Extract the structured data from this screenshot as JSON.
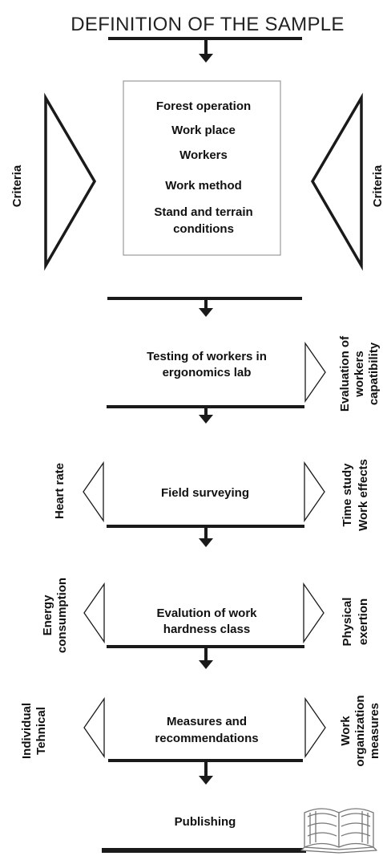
{
  "title": "DEFINITION OF THE SAMPLE",
  "sample_box": {
    "items": [
      "Forest operation",
      "Work place",
      "Workers",
      "Work method",
      "Stand and terrain",
      "conditions"
    ]
  },
  "criteria_left": "Criteria",
  "criteria_right": "Criteria",
  "steps": [
    {
      "lines": [
        "Testing of workers in",
        "ergonomics lab"
      ],
      "left_label": [],
      "right_label": [
        "Evaluation of",
        "workers",
        "capatibility"
      ]
    },
    {
      "lines": [
        "Field surveying"
      ],
      "left_label": [
        "Heart rate"
      ],
      "right_label": [
        "Time study",
        "Work effects"
      ]
    },
    {
      "lines": [
        "Evalution of work",
        "hardness class"
      ],
      "left_label": [
        "Energy",
        "consumption"
      ],
      "right_label": [
        "Physical",
        "exertion"
      ]
    },
    {
      "lines": [
        "Measures and",
        "recommendations"
      ],
      "left_label": [
        "Individual",
        "Tehnical"
      ],
      "right_label": [
        "Work",
        "organization",
        "measures"
      ]
    }
  ],
  "final": {
    "label": "Publishing",
    "icon": "open-book-icon"
  },
  "colors": {
    "ink": "#1a1a1a",
    "box_border": "#999999"
  }
}
